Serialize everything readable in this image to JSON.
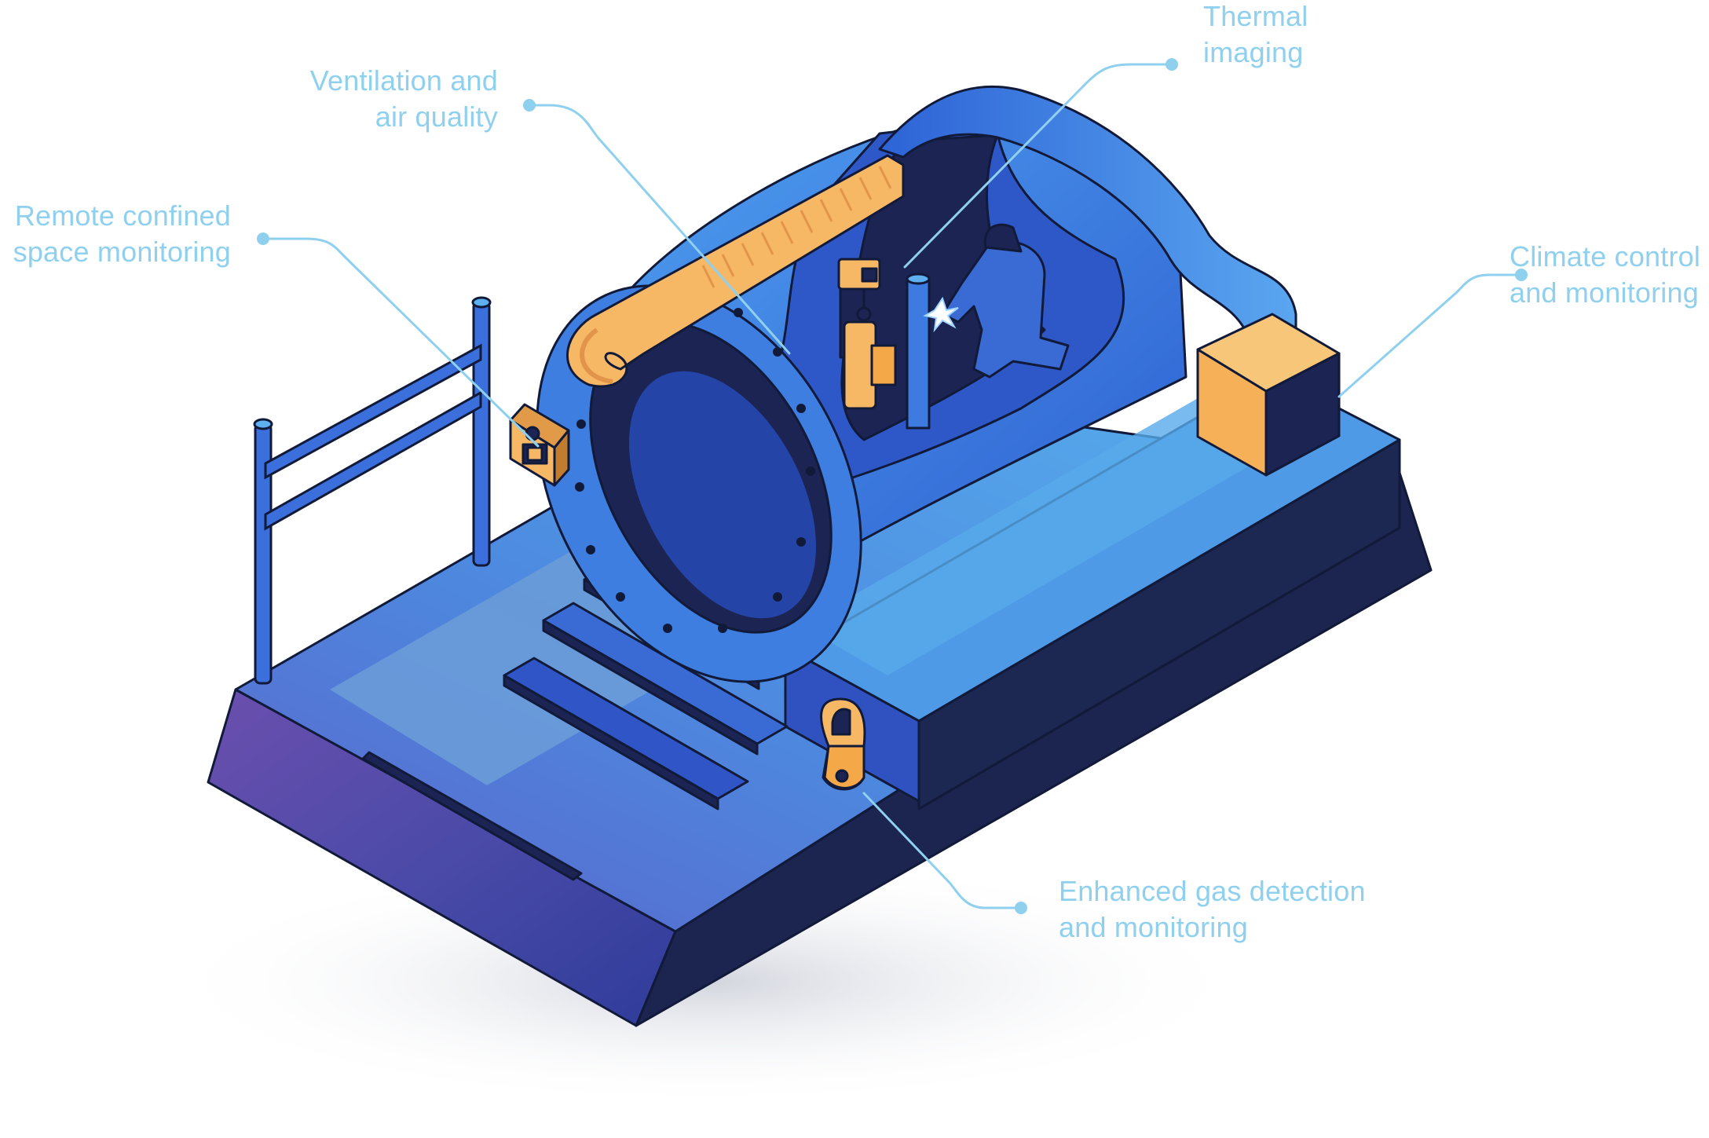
{
  "callouts": {
    "thermal": {
      "line1": "Thermal",
      "line2": "imaging"
    },
    "ventilation": {
      "line1": "Ventilation and",
      "line2": "air quality"
    },
    "remote": {
      "line1": "Remote confined",
      "line2": "space monitoring"
    },
    "climate": {
      "line1": "Climate control",
      "line2": "and monitoring"
    },
    "gas": {
      "line1": "Enhanced gas detection",
      "line2": "and monitoring"
    }
  },
  "colors": {
    "callout_text": "#8fd0ef",
    "leader_line": "#8fd0ef",
    "platform_top": "#4c8ee0",
    "platform_dark": "#1b2452",
    "tank_blue": "#3b7be0",
    "equipment_orange": "#f7b865",
    "outline": "#121a3a"
  }
}
